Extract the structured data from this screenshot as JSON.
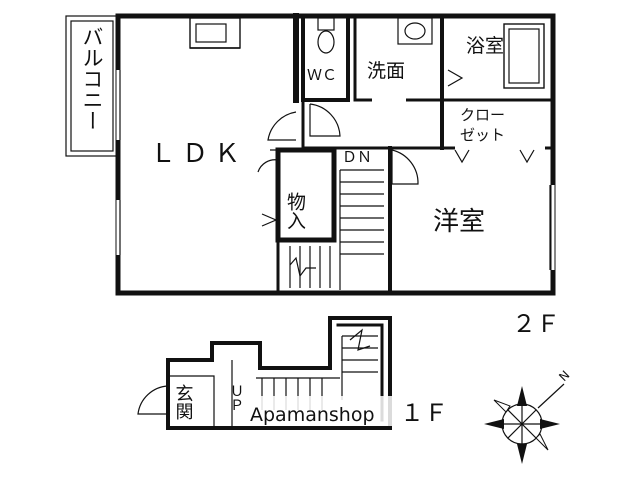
{
  "floor_2": {
    "label": "２Ｆ",
    "rooms": {
      "balcony": "バルコニー",
      "ldk": "ＬＤＫ",
      "wc": "ＷＣ",
      "washroom": "洗面",
      "bath": "浴室",
      "closet_line1": "クロー",
      "closet_line2": "ゼット",
      "storage": "物入",
      "western_room": "洋室",
      "stairs_down": "ＤＮ"
    }
  },
  "floor_1": {
    "label": "１Ｆ",
    "rooms": {
      "entrance": "玄関",
      "stairs_up": "ＵＰ"
    }
  },
  "watermark": "Apamanshop",
  "compass": {
    "north_label": "N"
  },
  "colors": {
    "wall": "#111111",
    "background": "#ffffff",
    "watermark": "#555555"
  }
}
